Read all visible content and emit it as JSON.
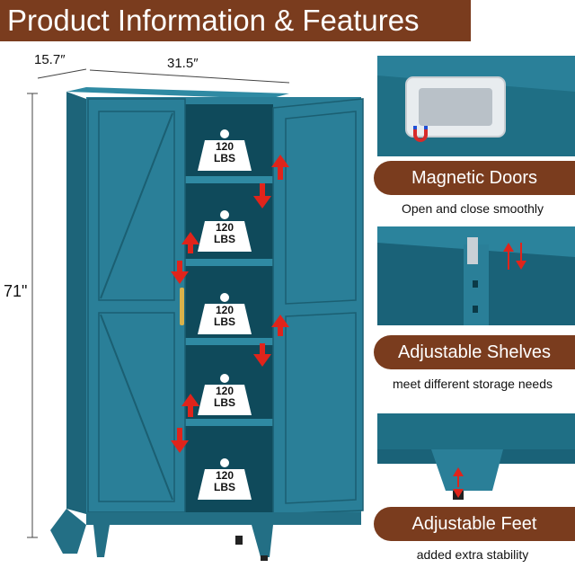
{
  "title": "Product Information & Features",
  "dimensions": {
    "depth": "15.7″",
    "width": "31.5″",
    "height": "71\""
  },
  "shelf_capacity": [
    {
      "value": "120",
      "unit": "LBS"
    },
    {
      "value": "120",
      "unit": "LBS"
    },
    {
      "value": "120",
      "unit": "LBS"
    },
    {
      "value": "120",
      "unit": "LBS"
    },
    {
      "value": "120",
      "unit": "LBS"
    }
  ],
  "features": [
    {
      "title": "Magnetic Doors",
      "description": "Open and close smoothly"
    },
    {
      "title": "Adjustable Shelves",
      "description": "meet different storage needs"
    },
    {
      "title": "Adjustable Feet",
      "description": "added extra stability"
    }
  ],
  "colors": {
    "brand_brown": "#7a3c1e",
    "cabinet_teal": "#2a7f98",
    "arrow_red": "#e0241b"
  },
  "icons": [
    "magnet-icon",
    "weight-icon",
    "up-down-arrow-icon"
  ]
}
